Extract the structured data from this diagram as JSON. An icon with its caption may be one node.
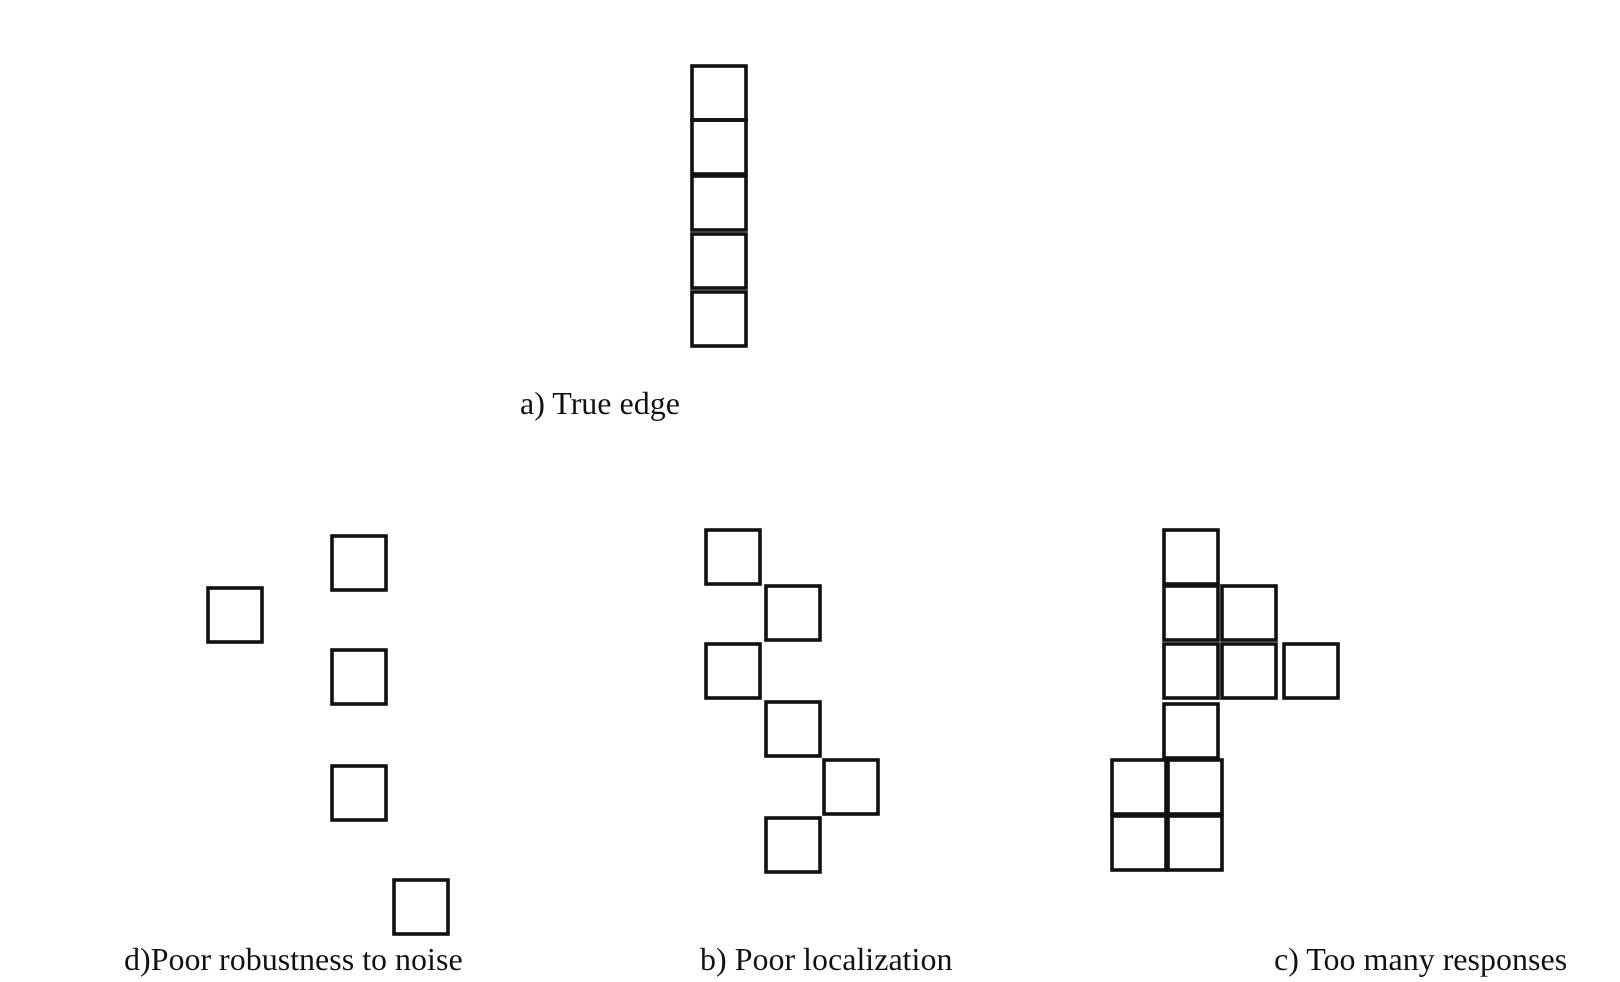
{
  "diagram": {
    "labels": [
      "a) True edge",
      "d)Poor robustness to noise",
      "b) Poor localization",
      "c) Too many responses"
    ]
  }
}
